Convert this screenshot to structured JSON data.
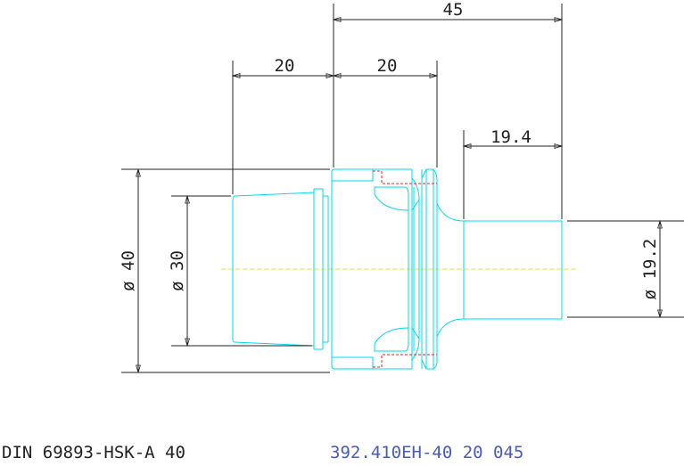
{
  "drawing": {
    "dimensions": {
      "overall_length": "45",
      "flange_length": "20",
      "taper_length": "20",
      "shank_length": "19.4",
      "flange_diameter": "ø 40",
      "taper_diameter": "ø 30",
      "shank_diameter": "ø 19.2"
    },
    "standard_label": "DIN 69893-HSK-A 40",
    "part_number": "392.410EH-40 20 045"
  },
  "colors": {
    "outline": "#00d8ee",
    "dimension": "#222222",
    "centerline": "#e6e64a",
    "hidden": "#e02020",
    "part_number": "#4a5ab8",
    "standard_label": "#222222"
  }
}
